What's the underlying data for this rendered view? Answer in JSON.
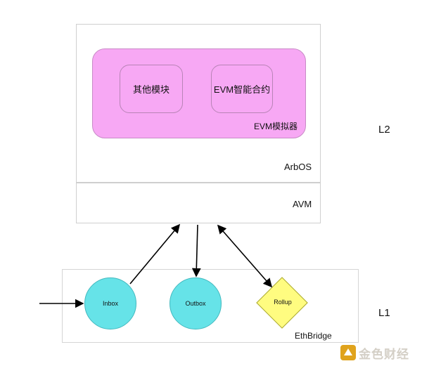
{
  "l2": {
    "arbos_label": "ArbOS",
    "avm_label": "AVM",
    "emulator_label": "EVM模拟器",
    "modules": [
      "其他模块",
      "EVM智能合约"
    ],
    "layer_label": "L2"
  },
  "l1": {
    "bridge_label": "EthBridge",
    "inbox_label": "Inbox",
    "outbox_label": "Outbox",
    "rollup_label": "Rollup",
    "layer_label": "L1"
  },
  "colors": {
    "emulator_fill": "#f7a8f4",
    "circle_fill": "#66e3e8",
    "rollup_fill": "#fffc80"
  },
  "watermark": {
    "text": "金色财经"
  }
}
